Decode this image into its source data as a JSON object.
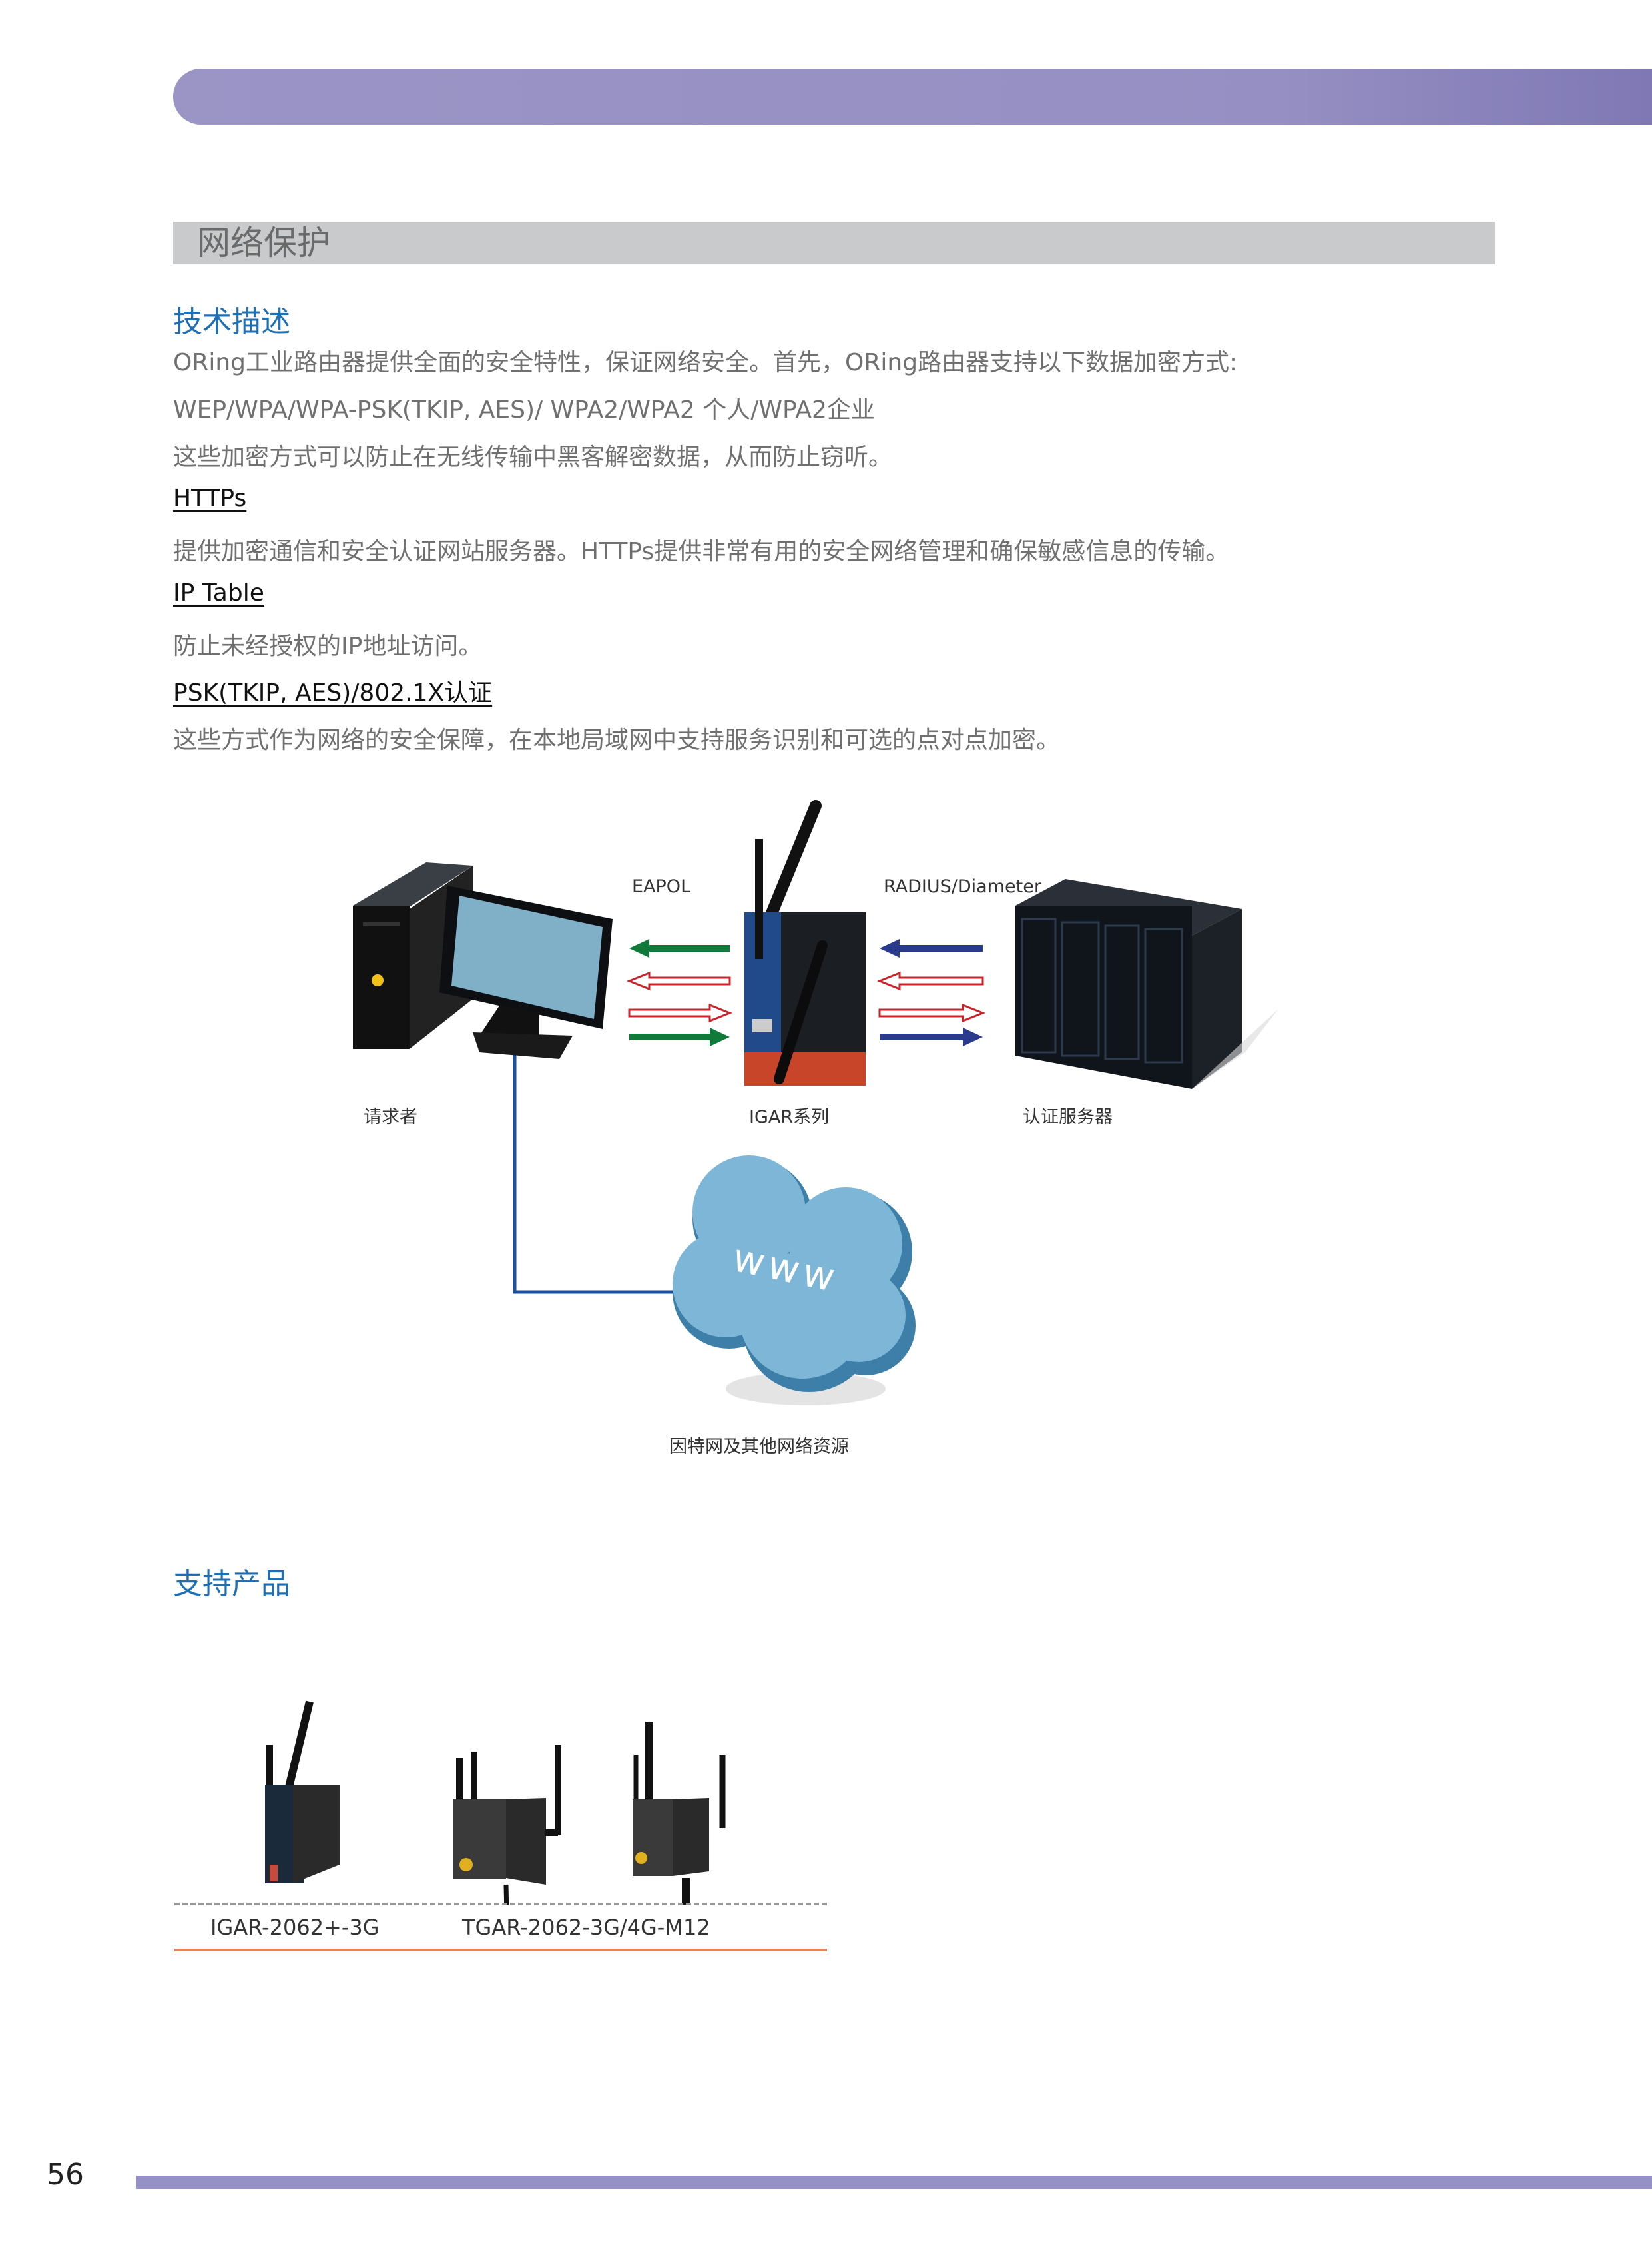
{
  "section_title": "网络保护",
  "tech": {
    "heading": "技术描述",
    "lines": [
      "ORing工业路由器提供全面的安全特性，保证网络安全。首先，ORing路由器支持以下数据加密方式:",
      "WEP/WPA/WPA-PSK(TKIP, AES)/ WPA2/WPA2 个人/WPA2企业",
      "这些加密方式可以防止在无线传输中黑客解密数据，从而防止窃听。"
    ],
    "items": [
      {
        "title": "HTTPs",
        "text": "提供加密通信和安全认证网站服务器。HTTPs提供非常有用的安全网络管理和确保敏感信息的传输。"
      },
      {
        "title": "IP Table",
        "text": "防止未经授权的IP地址访问。"
      },
      {
        "title": "PSK(TKIP, AES)/802.1X认证",
        "text": "这些方式作为网络的安全保障，在本地局域网中支持服务识别和可选的点对点加密。"
      }
    ]
  },
  "diagram": {
    "eapol": "EAPOL",
    "radius": "RADIUS/Diameter",
    "supplicant": "请求者",
    "router": "IGAR系列",
    "auth_server": "认证服务器",
    "cloud_text": "www",
    "internet": "因特网及其他网络资源",
    "colors": {
      "green": "#0f7a3a",
      "red": "#c8242b",
      "blue": "#2a3a8c",
      "line": "#1d4f9c"
    }
  },
  "products": {
    "heading": "支持产品",
    "items": [
      "IGAR-2062+-3G",
      "TGAR-2062-3G/4G-M12"
    ]
  },
  "page_number": "56"
}
